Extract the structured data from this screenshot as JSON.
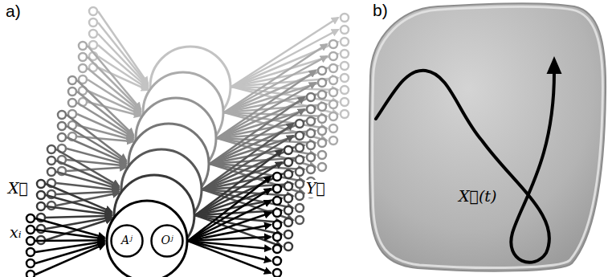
{
  "diagram": {
    "nodes": [
      {
        "text": [
          "Aʲ"
        ]
      },
      {
        "text": [
          "Oʲ"
        ]
      }
    ],
    "labels": [
      "a)",
      "X⃗",
      "xᵢ",
      "Y⃗",
      "b)",
      "X⃗(t)"
    ]
  }
}
